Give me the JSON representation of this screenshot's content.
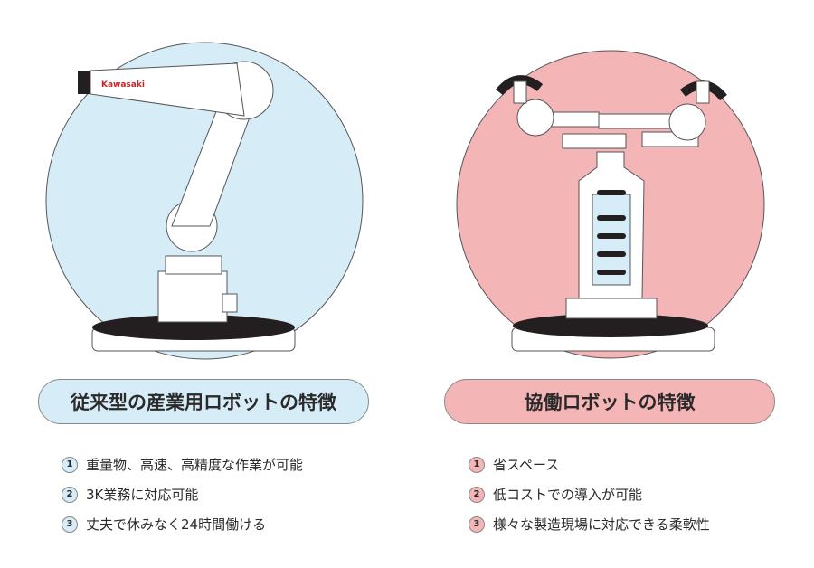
{
  "colors": {
    "industrial_bg": "#d6ecf7",
    "cobot_bg": "#f4b5b7",
    "logo_red": "#d2232a"
  },
  "industrial": {
    "logo": "Kawasaki",
    "title": "従来型の産業用ロボットの特徴",
    "items": [
      {
        "num": "1",
        "text": "重量物、高速、高精度な作業が可能"
      },
      {
        "num": "2",
        "text": "3K業務に対応可能"
      },
      {
        "num": "3",
        "text": "丈夫で休みなく24時間働ける"
      }
    ]
  },
  "cobot": {
    "title": "協働ロボットの特徴",
    "items": [
      {
        "num": "1",
        "text": "省スペース"
      },
      {
        "num": "2",
        "text": "低コストでの導入が可能"
      },
      {
        "num": "3",
        "text": "様々な製造現場に対応できる柔軟性"
      }
    ]
  }
}
